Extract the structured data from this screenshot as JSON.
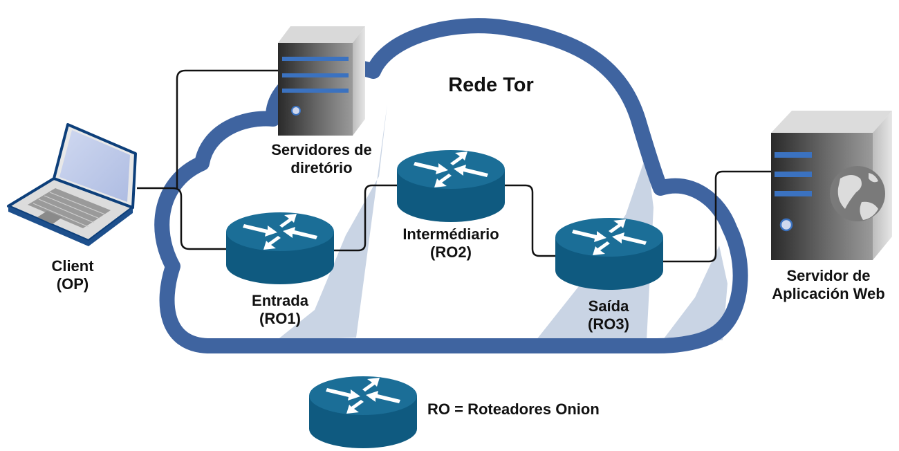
{
  "diagram": {
    "title": "Rede Tor",
    "nodes": {
      "client": {
        "line1": "Client",
        "line2": "(OP)"
      },
      "directory": {
        "line1": "Servidores de",
        "line2": "diretório"
      },
      "entry": {
        "line1": "Entrada",
        "line2": "(RO1)"
      },
      "middle": {
        "line1": "Intermédiario",
        "line2": "(RO2)"
      },
      "exit": {
        "line1": "Saída",
        "line2": "(RO3)"
      },
      "webserver": {
        "line1": "Servidor de",
        "line2": "Aplicación Web"
      }
    },
    "legend": {
      "text": "RO = Roteadores Onion"
    }
  },
  "colors": {
    "cloud_border": "#3f64a0",
    "cloud_shadow": "#c9d4e4",
    "router_top": "#1b6e97",
    "router_side": "#0e5478",
    "arrows": "#ffffff",
    "lines": "#111111"
  },
  "icons": [
    "laptop-icon",
    "server-tower-icon",
    "router-icon",
    "web-server-icon"
  ]
}
